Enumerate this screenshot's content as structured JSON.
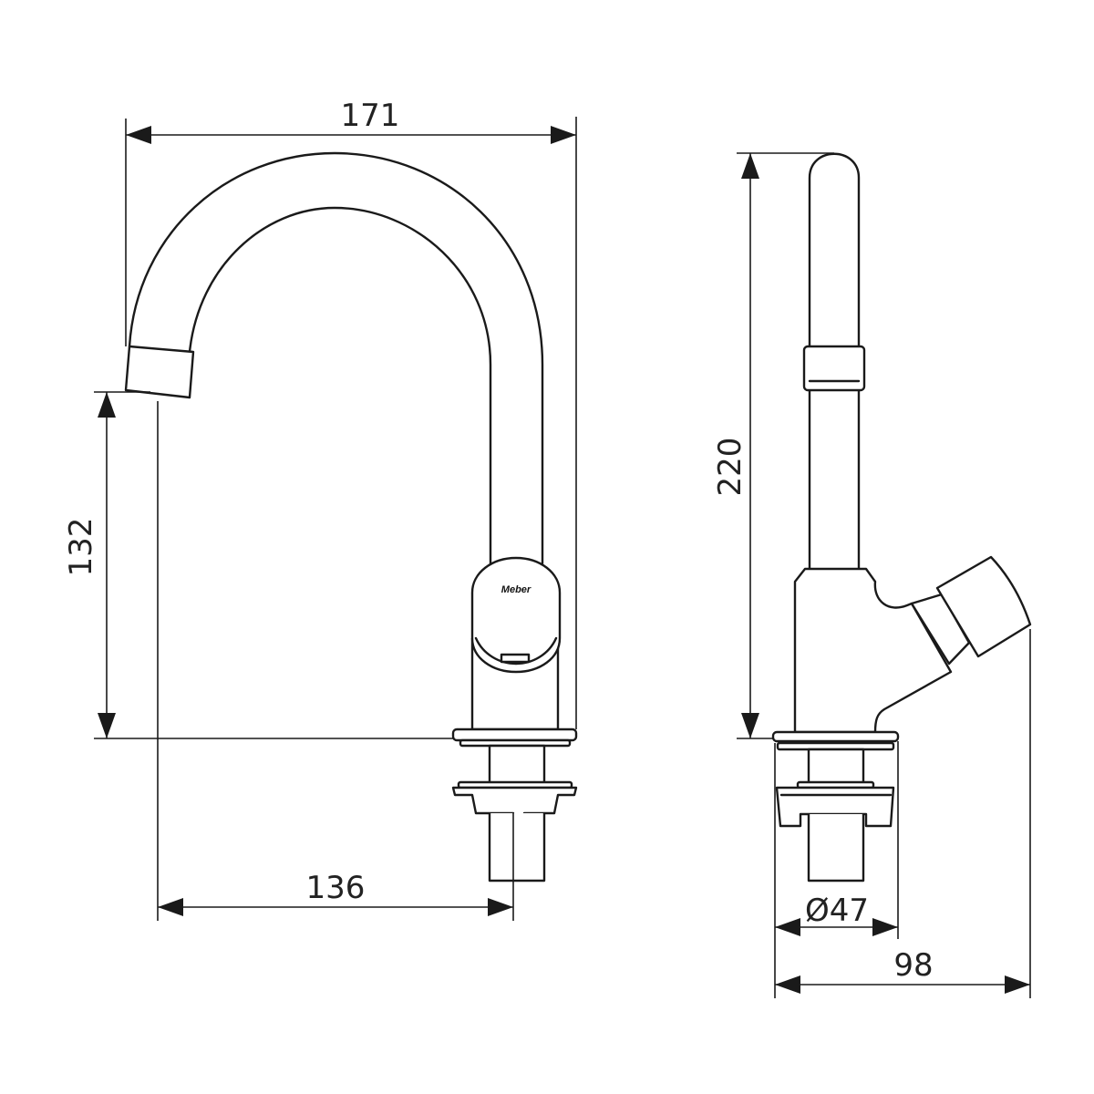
{
  "drawing": {
    "brand_logo": "Meber",
    "dimensions": {
      "overall_width": "171",
      "spout_height": "132",
      "spout_reach": "136",
      "total_height": "220",
      "base_diameter": "Ø47",
      "depth": "98"
    },
    "line_color": "#1a1a1a"
  }
}
